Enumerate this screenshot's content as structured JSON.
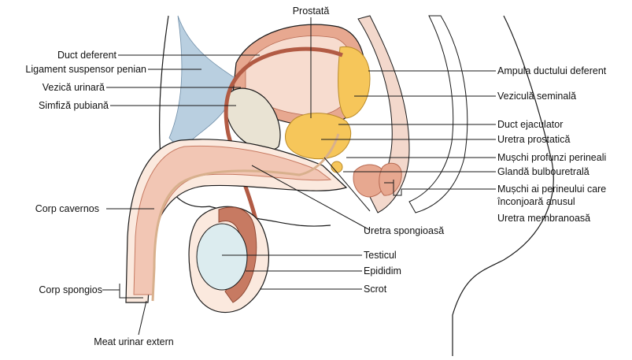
{
  "colors": {
    "outline": "#1a1a1a",
    "muscle": "#c77a62",
    "erectile_tissue": "#f2c6b4",
    "erectile_dots": "#d9957f",
    "gland_yellow": "#f6c65a",
    "testis": "#dcecef",
    "bone": "#e9e3d3",
    "ligament": "#b9cfe0",
    "skin": "#fbe9de",
    "bladder_wall": "#e7a890"
  },
  "labels": {
    "prostate": "Prostată",
    "vas_deferens": "Duct deferent",
    "suspensory_ligament": "Ligament suspensor penian",
    "bladder": "Vezică urinară",
    "pubic_symphysis": "Simfiză pubiană",
    "corpus_cavernosum": "Corp cavernos",
    "corpus_spongiosum": "Corp spongios",
    "external_meatus": "Meat urinar extern",
    "ampulla": "Ampula ductului deferent",
    "seminal_vesicle": "Veziculă seminală",
    "ejaculatory_duct": "Duct ejaculator",
    "prostatic_urethra": "Uretra prostatică",
    "deep_perineal_muscles": "Mușchi profunzi perineali",
    "bulbourethral_gland": "Glandă bulbouretrală",
    "anal_muscles_line1": "Mușchi ai perineului care",
    "anal_muscles_line2": "înconjoară anusul",
    "membranous_urethra": "Uretra membranoasă",
    "spongy_urethra": "Uretra spongioasă",
    "testis": "Testicul",
    "epididymis": "Epididim",
    "scrotum": "Scrot"
  }
}
